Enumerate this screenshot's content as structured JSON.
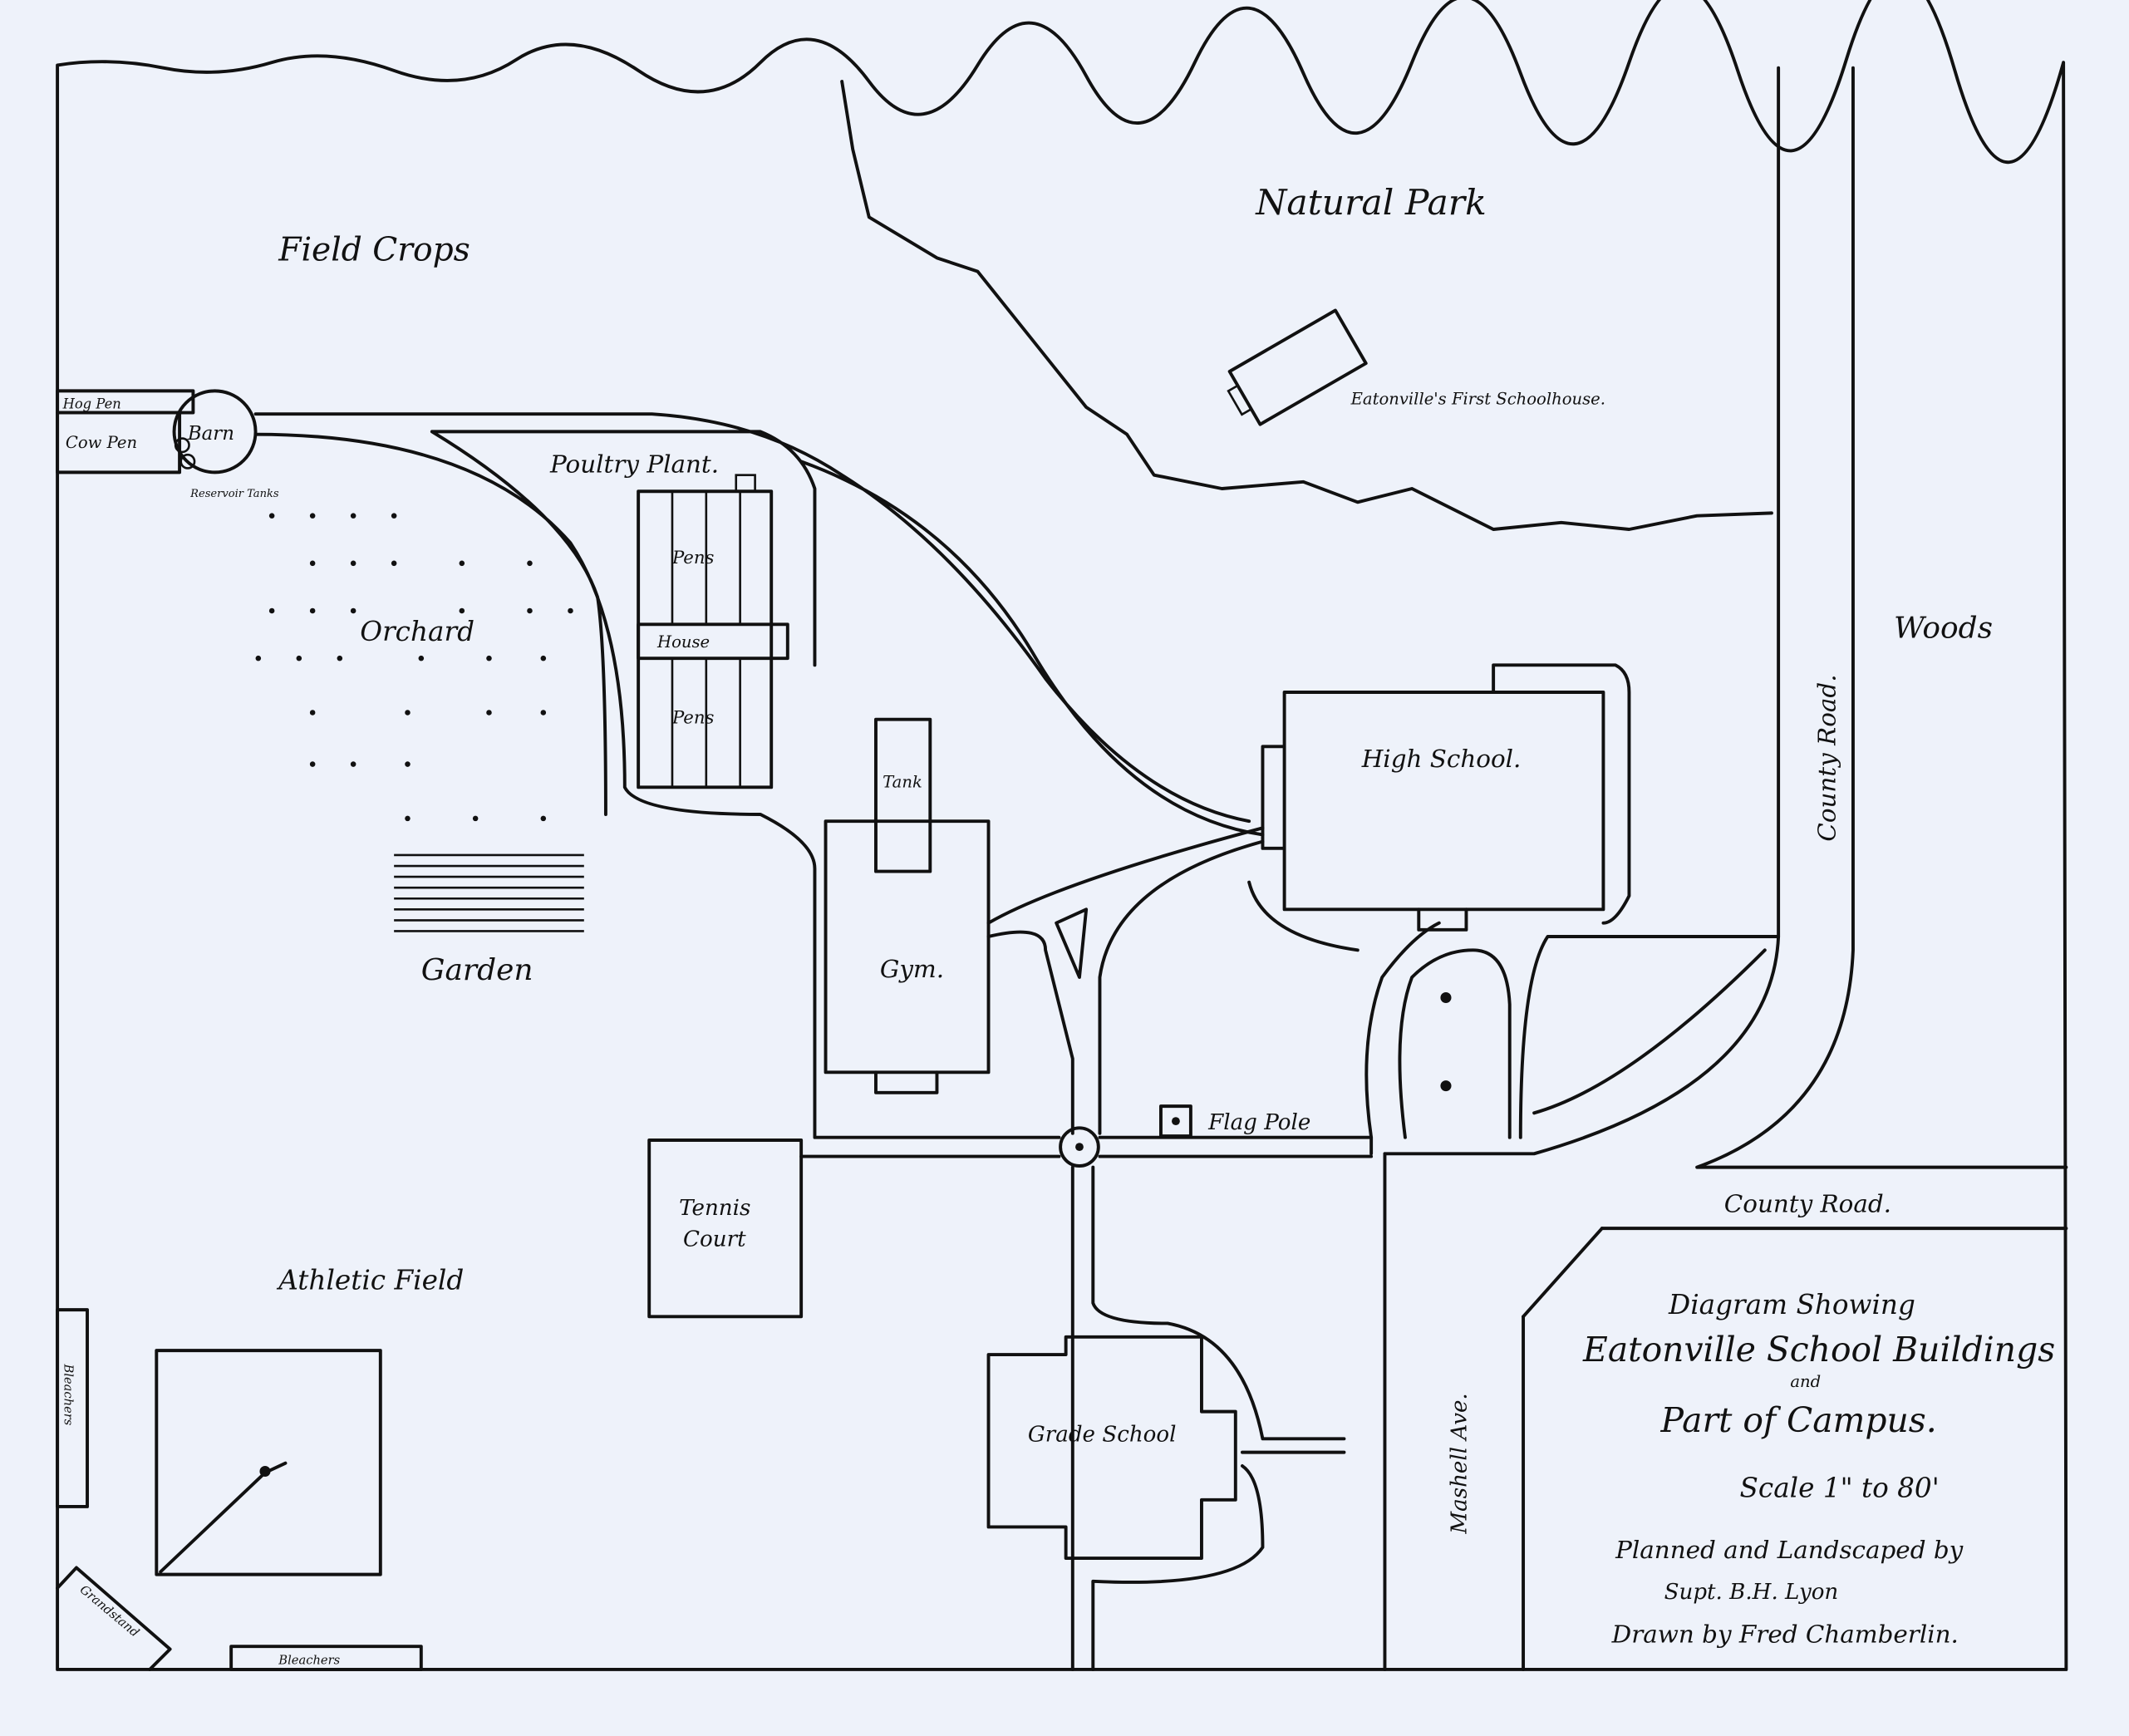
{
  "title": {
    "line1": "Diagram Showing",
    "line2": "Eatonville School Buildings",
    "line3": "and",
    "line4": "Part of Campus.",
    "scale": "Scale 1\" to 80'",
    "credit1": "Planned and Landscaped by",
    "credit2": "Supt. B.H. Lyon",
    "credit3": "Drawn by Fred Chamberlin."
  },
  "labels": {
    "field_crops": "Field Crops",
    "natural_park": "Natural Park",
    "first_schoolhouse": "Eatonville's First Schoolhouse.",
    "hog_pen": "Hog Pen",
    "cow_pen": "Cow Pen",
    "barn": "Barn",
    "tanks": "Reservoir Tanks",
    "poultry_plant": "Poultry Plant.",
    "pens_top": "Pens",
    "house": "House",
    "pens_bottom": "Pens",
    "orchard": "Orchard",
    "garden": "Garden",
    "tank": "Tank",
    "gym": "Gym.",
    "high_school": "High School.",
    "woods": "Woods",
    "county_road_v": "County Road.",
    "county_road_h": "County Road.",
    "flag_pole": "Flag Pole",
    "tennis_court_1": "Tennis",
    "tennis_court_2": "Court",
    "athletic_field": "Athletic Field",
    "grade_school": "Grade School",
    "mashell_ave": "Mashell Ave.",
    "bleachers_left": "Bleachers",
    "bleachers_bottom": "Bleachers",
    "grandstand": "Grandstand"
  }
}
